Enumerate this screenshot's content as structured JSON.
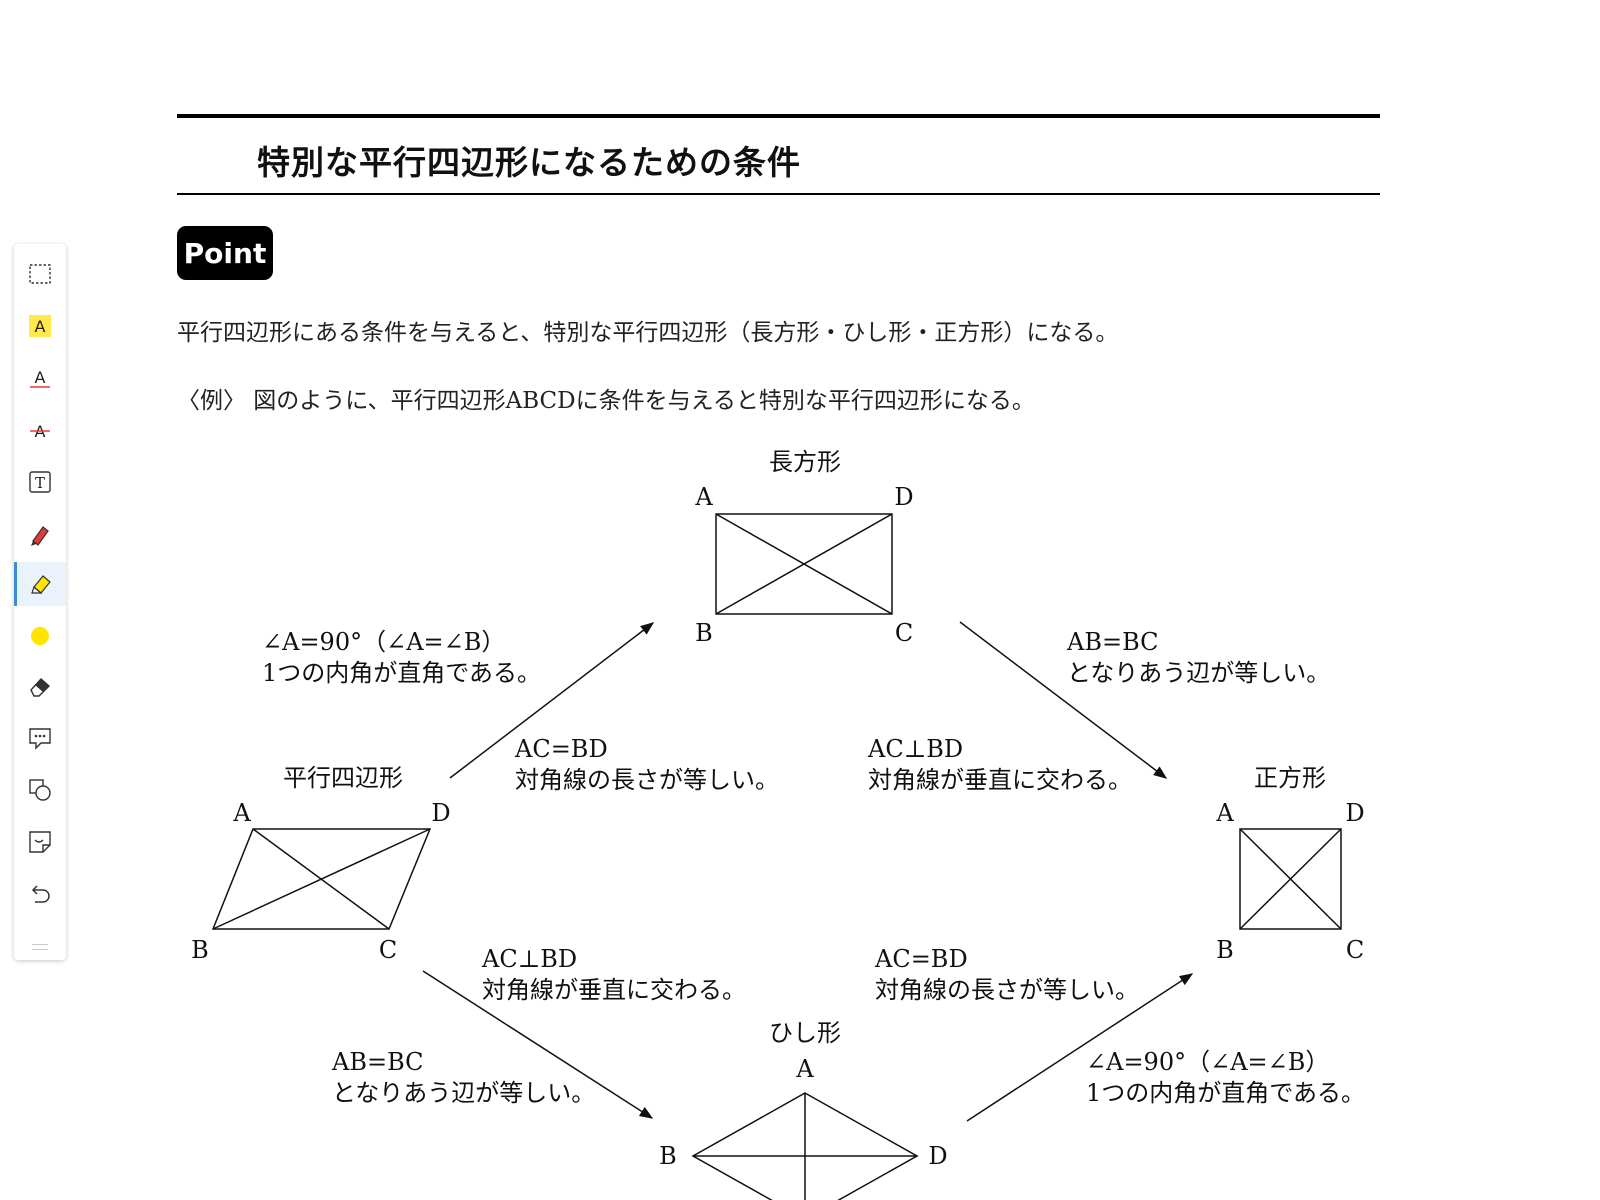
{
  "toolbar": {
    "tools": [
      {
        "name": "select-tool",
        "icon": "dashed-rectangle-icon"
      },
      {
        "name": "highlight-text-tool",
        "icon": "highlight-text-icon"
      },
      {
        "name": "underline-tool",
        "icon": "underline-icon"
      },
      {
        "name": "strikethrough-tool",
        "icon": "strikethrough-icon"
      },
      {
        "name": "text-box-tool",
        "icon": "text-box-icon"
      },
      {
        "name": "pen-tool",
        "icon": "pen-icon"
      },
      {
        "name": "highlighter-tool",
        "icon": "highlighter-icon",
        "active": true
      },
      {
        "name": "color-picker",
        "icon": "color-dot-icon",
        "color": "#ffe500"
      },
      {
        "name": "eraser-tool",
        "icon": "eraser-icon"
      },
      {
        "name": "comment-tool",
        "icon": "comment-icon"
      },
      {
        "name": "shape-tool",
        "icon": "shapes-icon"
      },
      {
        "name": "sticker-tool",
        "icon": "sticker-icon"
      },
      {
        "name": "undo-button",
        "icon": "undo-icon"
      }
    ],
    "highlight_color": "#ffe500",
    "accent_color": "#3b8fd9",
    "text_tool_letter": "T",
    "highlight_tool_letter": "A",
    "underline_tool_letter": "A",
    "strike_tool_letter": "A"
  },
  "document": {
    "title": "特別な平行四辺形になるための条件",
    "point_label": "Point",
    "intro": "平行四辺形にある条件を与えると、特別な平行四辺形（長方形・ひし形・正方形）になる。",
    "example": "〈例〉 図のように、平行四辺形ABCDに条件を与えると特別な平行四辺形になる。"
  },
  "diagram": {
    "shapes": {
      "parallelogram": {
        "title": "平行四辺形",
        "a": "A",
        "b": "B",
        "c": "C",
        "d": "D"
      },
      "rectangle": {
        "title": "長方形",
        "a": "A",
        "b": "B",
        "c": "C",
        "d": "D"
      },
      "square": {
        "title": "正方形",
        "a": "A",
        "b": "B",
        "c": "C",
        "d": "D"
      },
      "rhombus": {
        "title": "ひし形",
        "a": "A",
        "b": "B",
        "d": "D"
      }
    },
    "conditions": {
      "para_to_rect_angle": {
        "line1": "∠A=90°（∠A=∠B）",
        "line2": "1つの内角が直角である。"
      },
      "para_to_rect_diag": {
        "line1": "AC=BD",
        "line2": "対角線の長さが等しい。"
      },
      "rect_to_square_side": {
        "line1": "AB=BC",
        "line2": "となりあう辺が等しい。"
      },
      "rect_to_square_diag": {
        "line1": "AC⊥BD",
        "line2": "対角線が垂直に交わる。"
      },
      "para_to_rhombus_diag": {
        "line1": "AC⊥BD",
        "line2": "対角線が垂直に交わる。"
      },
      "para_to_rhombus_side": {
        "line1": "AB=BC",
        "line2": "となりあう辺が等しい。"
      },
      "rhombus_to_square_diag": {
        "line1": "AC=BD",
        "line2": "対角線の長さが等しい。"
      },
      "rhombus_to_square_angle": {
        "line1": "∠A=90°（∠A=∠B）",
        "line2": "1つの内角が直角である。"
      }
    }
  }
}
